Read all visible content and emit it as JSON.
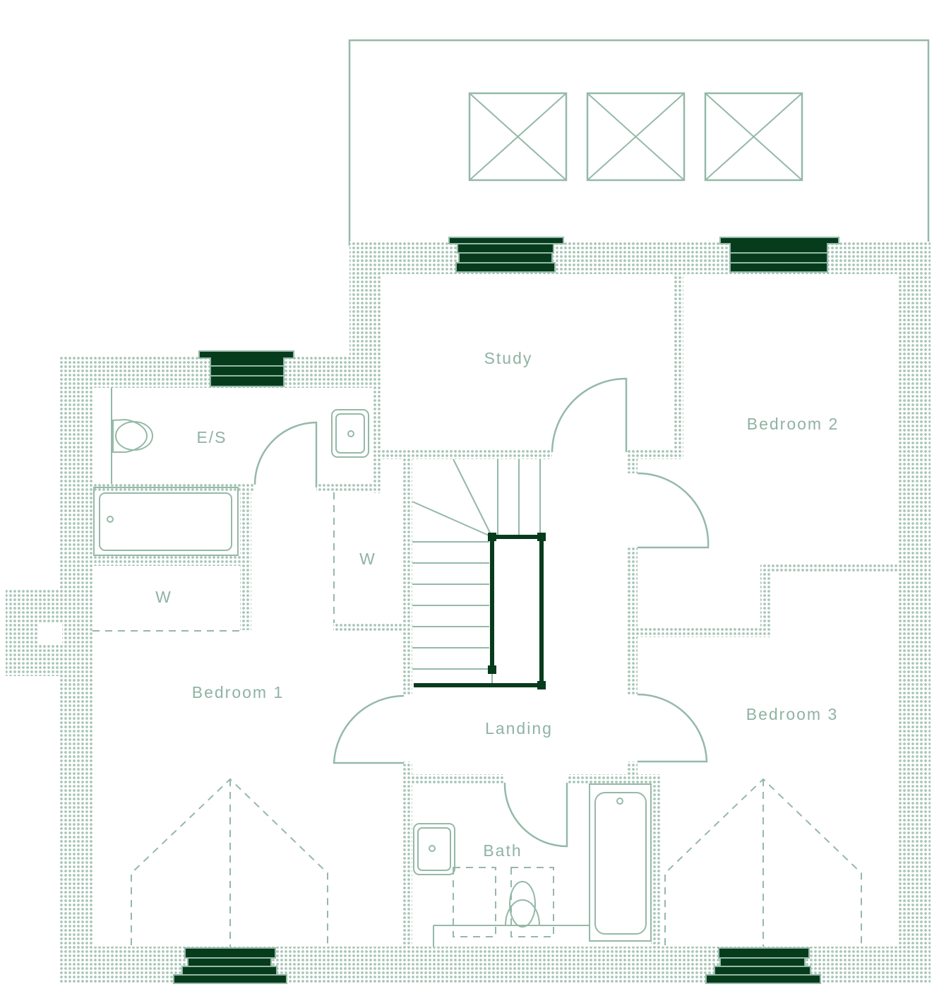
{
  "rooms": {
    "study": "Study",
    "bedroom2": "Bedroom 2",
    "es": "E/S",
    "wardrobe_left": "W",
    "wardrobe_mid": "W",
    "bedroom1": "Bedroom 1",
    "landing": "Landing",
    "bedroom3": "Bedroom 3",
    "bath": "Bath"
  },
  "colors": {
    "wall_hatch": "#95b9a8",
    "line": "#95b9a8",
    "window": "#063b1c",
    "label": "#8fb3a3"
  }
}
